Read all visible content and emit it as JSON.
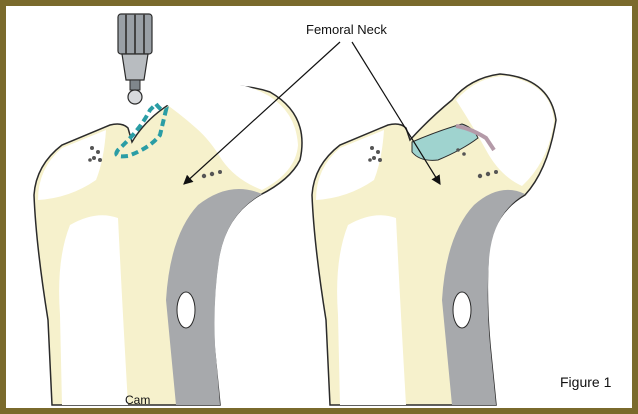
{
  "labels": {
    "femoral_neck": "Femoral Neck",
    "cam": "Cam",
    "figure": "Figure 1"
  },
  "colors": {
    "frame": "#7a6a2c",
    "bone_fill": "#f6f1cc",
    "cortex_gray": "#a7a9ac",
    "cam_outline": "#2a9da5",
    "resected_area": "#9fd3cf",
    "outline": "#2b2b2b"
  },
  "icons": {
    "burr": "bone-burr-tool-icon"
  }
}
